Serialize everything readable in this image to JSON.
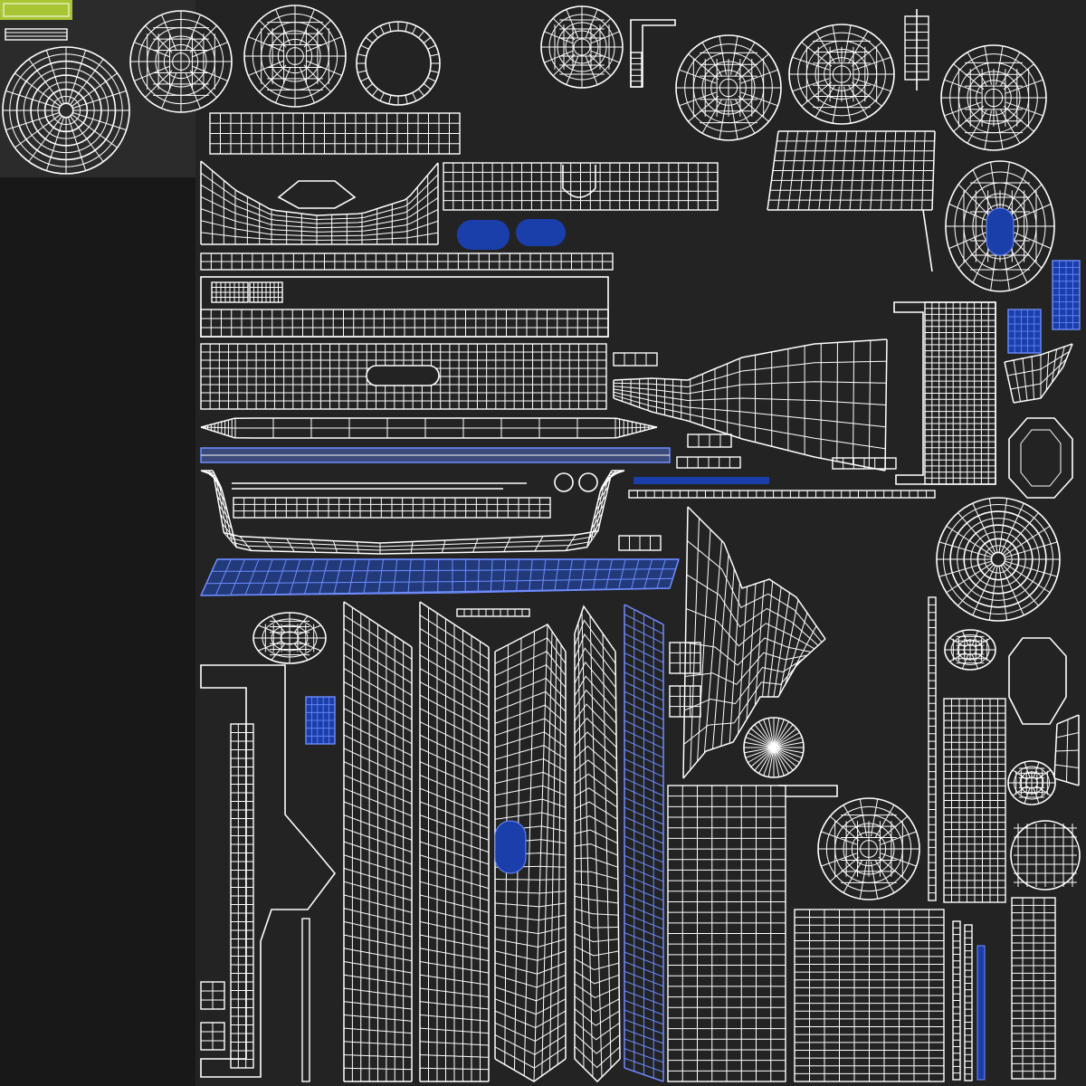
{
  "colors": {
    "canvas": "#232323",
    "left_strip": "#181818",
    "corner_block": "#2b2b2b",
    "wire": "#ffffff",
    "selected_fill": "#1a3faa",
    "selected_wire": "#6e8cff",
    "highlight": "#a8c634"
  },
  "shells": [
    {
      "name": "disc-concentric-top-left",
      "kind": "disc-concentric"
    },
    {
      "name": "dome-top-1",
      "kind": "dome"
    },
    {
      "name": "dome-top-2",
      "kind": "dome"
    },
    {
      "name": "ring-top",
      "kind": "ring"
    },
    {
      "name": "sphere-small-top",
      "kind": "sphere"
    },
    {
      "name": "dome-top-right-1",
      "kind": "dome"
    },
    {
      "name": "dome-top-right-2",
      "kind": "dome"
    },
    {
      "name": "dome-top-right-3",
      "kind": "dome"
    },
    {
      "name": "strip-top",
      "kind": "grid-strip"
    },
    {
      "name": "saddle-panel",
      "kind": "curved-panel"
    },
    {
      "name": "grid-panel-top-middle",
      "kind": "grid-panel"
    },
    {
      "name": "selected-pill-left",
      "kind": "selected-pill"
    },
    {
      "name": "selected-pill-right",
      "kind": "selected-pill"
    },
    {
      "name": "bezel-frame",
      "kind": "frame"
    },
    {
      "name": "long-panel",
      "kind": "grid-panel"
    },
    {
      "name": "wing-fan-panel",
      "kind": "warped-grid"
    },
    {
      "name": "tall-grid-right",
      "kind": "grid-panel"
    },
    {
      "name": "oval-dome-right",
      "kind": "dome"
    },
    {
      "name": "octagon-right",
      "kind": "octagon"
    },
    {
      "name": "disc-concentric-right",
      "kind": "disc-concentric"
    },
    {
      "name": "selected-strip-middle",
      "kind": "selected-strip"
    },
    {
      "name": "curved-tray",
      "kind": "curved-panel"
    },
    {
      "name": "selected-blade",
      "kind": "selected-warped"
    },
    {
      "name": "tall-plates",
      "kind": "grid-panel"
    },
    {
      "name": "selected-tall-plate",
      "kind": "selected-grid"
    },
    {
      "name": "arc-spine",
      "kind": "curved-panel"
    },
    {
      "name": "radial-fan-disc",
      "kind": "radial"
    },
    {
      "name": "dark-grid-block",
      "kind": "grid-panel"
    },
    {
      "name": "dome-bottom-right",
      "kind": "dome"
    },
    {
      "name": "vertical-strips-right",
      "kind": "grid-strip"
    }
  ]
}
